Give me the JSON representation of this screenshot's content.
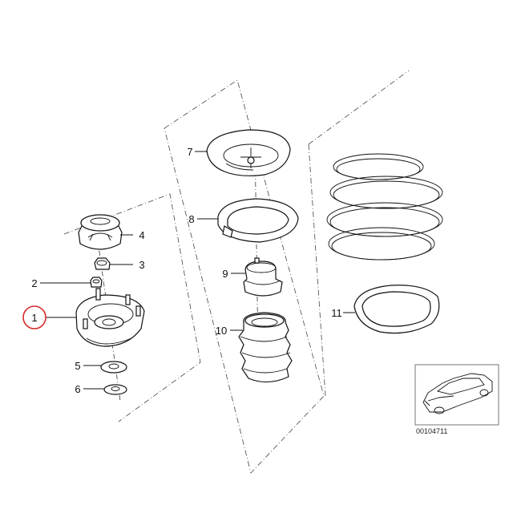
{
  "callouts": {
    "p1": "1",
    "p2": "2",
    "p3": "3",
    "p4": "4",
    "p5": "5",
    "p6": "6",
    "p7": "7",
    "p8": "8",
    "p9": "9",
    "p10": "10",
    "p11": "11"
  },
  "highlight_color": "#d42a2a",
  "thumbnail": {
    "code": "00104711"
  }
}
